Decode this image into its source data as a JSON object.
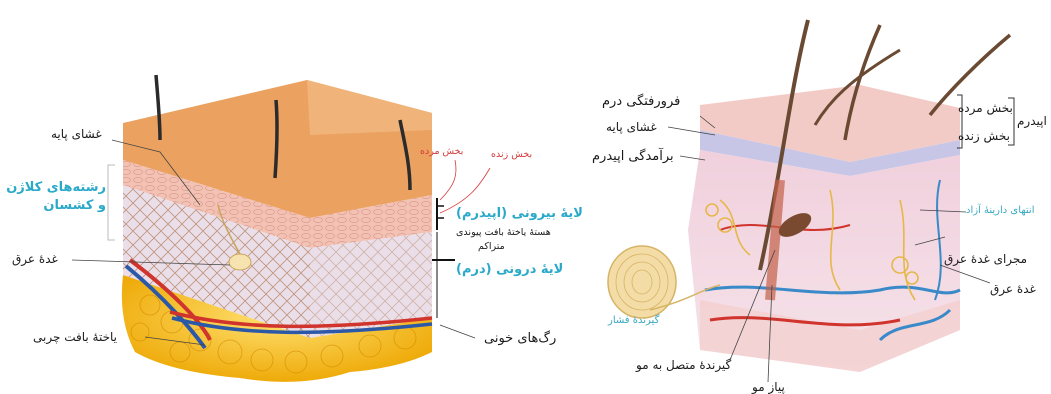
{
  "left_diagram": {
    "basement_membrane": "غشای پایه",
    "collagen_elastin_fibers": "رشته‌های کلاژن و کشسان",
    "sweat_gland": "غدهٔ عرق",
    "fat_cells": "یاختهٔ بافت چربی",
    "blood_vessels": "رگ‌های خونی",
    "dead_part": "بخش مرده",
    "living_part": "بخش زنده",
    "epidermis": "لایهٔ بیرونی (اپیدرم)",
    "dense_connective_nuclei_line1": "هستهٔ یاختهٔ بافت پیوندی",
    "dense_connective_nuclei_line2": "متراکم",
    "dermis": "لایهٔ درونی (درم)"
  },
  "right_diagram": {
    "dermal_invagination": "فرورفتگی درم",
    "basement_membrane": "غشای پایه",
    "epidermal_ridge": "برآمدگی اپیدرم",
    "dead_part": "بخش مرده",
    "living_part": "بخش زنده",
    "epidermis": "اپیدرم",
    "free_nerve_endings": "انتهای دارینهٔ آزاد",
    "sweat_duct": "مجرای غدهٔ عرق",
    "sweat_gland": "غدهٔ عرق",
    "pressure_receptor": "گیرندهٔ فشار",
    "hair_receptor": "گیرندهٔ متصل به مو",
    "hair_bulb": "پیاز مو"
  },
  "colors": {
    "epidermis_top": "#eba15f",
    "epidermis_living": "#f2c2b4",
    "dermis": "#eadfe8",
    "fat": "#f5c01e",
    "artery": "#d0342c",
    "vein": "#2b59a8",
    "label_cyan": "#2aa9c8",
    "label_red": "#d23a3a"
  }
}
